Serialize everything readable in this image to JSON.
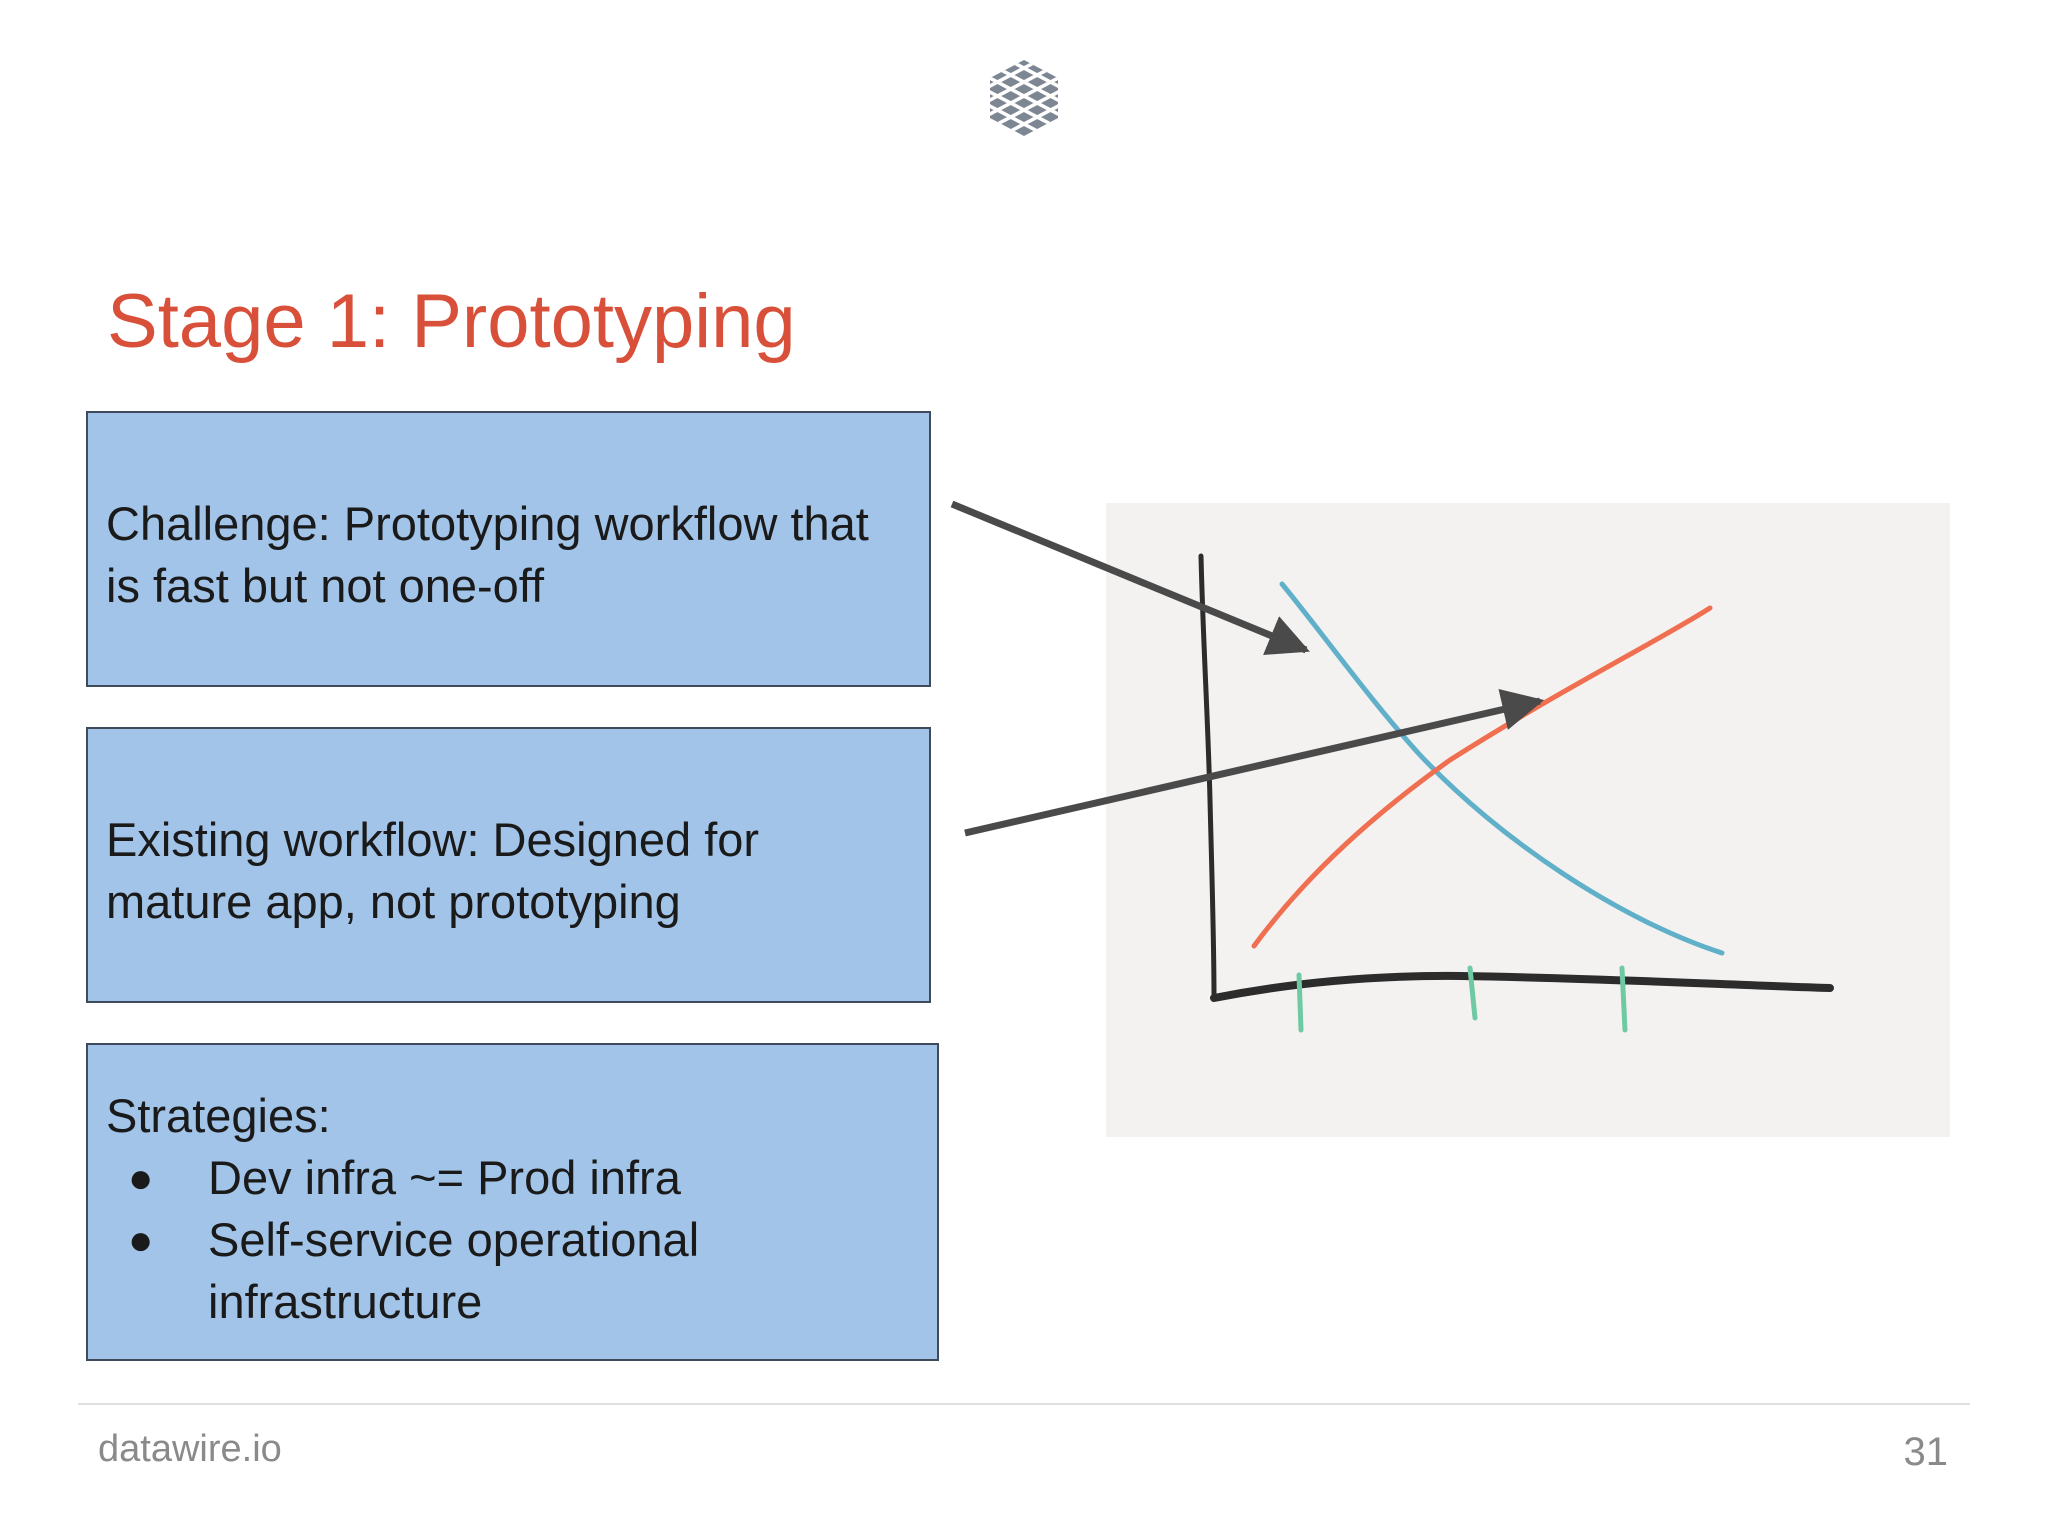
{
  "slide": {
    "title": "Stage 1: Prototyping",
    "page_number": "31"
  },
  "boxes": {
    "challenge": {
      "line1": "Challenge: Prototyping workflow that",
      "line2": "is fast but not one-off"
    },
    "existing": {
      "line1": "Existing workflow: Designed for",
      "line2": "mature app, not prototyping"
    },
    "strategies": {
      "heading": "Strategies:",
      "bullet_glyph": "●",
      "items": [
        "Dev infra ~= Prod infra",
        "Self-service operational"
      ],
      "item2_continuation": "infrastructure"
    }
  },
  "footer": {
    "brand": "datawire.io"
  },
  "colors": {
    "title": "#d8503a",
    "box_fill": "#a2c4e8",
    "curve_blue": "#5fb0c8",
    "curve_orange": "#ef6f50",
    "axis": "#2c2c2c",
    "ticks": "#6fc9a3",
    "arrows": "#4a4a4a"
  },
  "icons": {
    "logo": "lattice-logo-icon"
  }
}
